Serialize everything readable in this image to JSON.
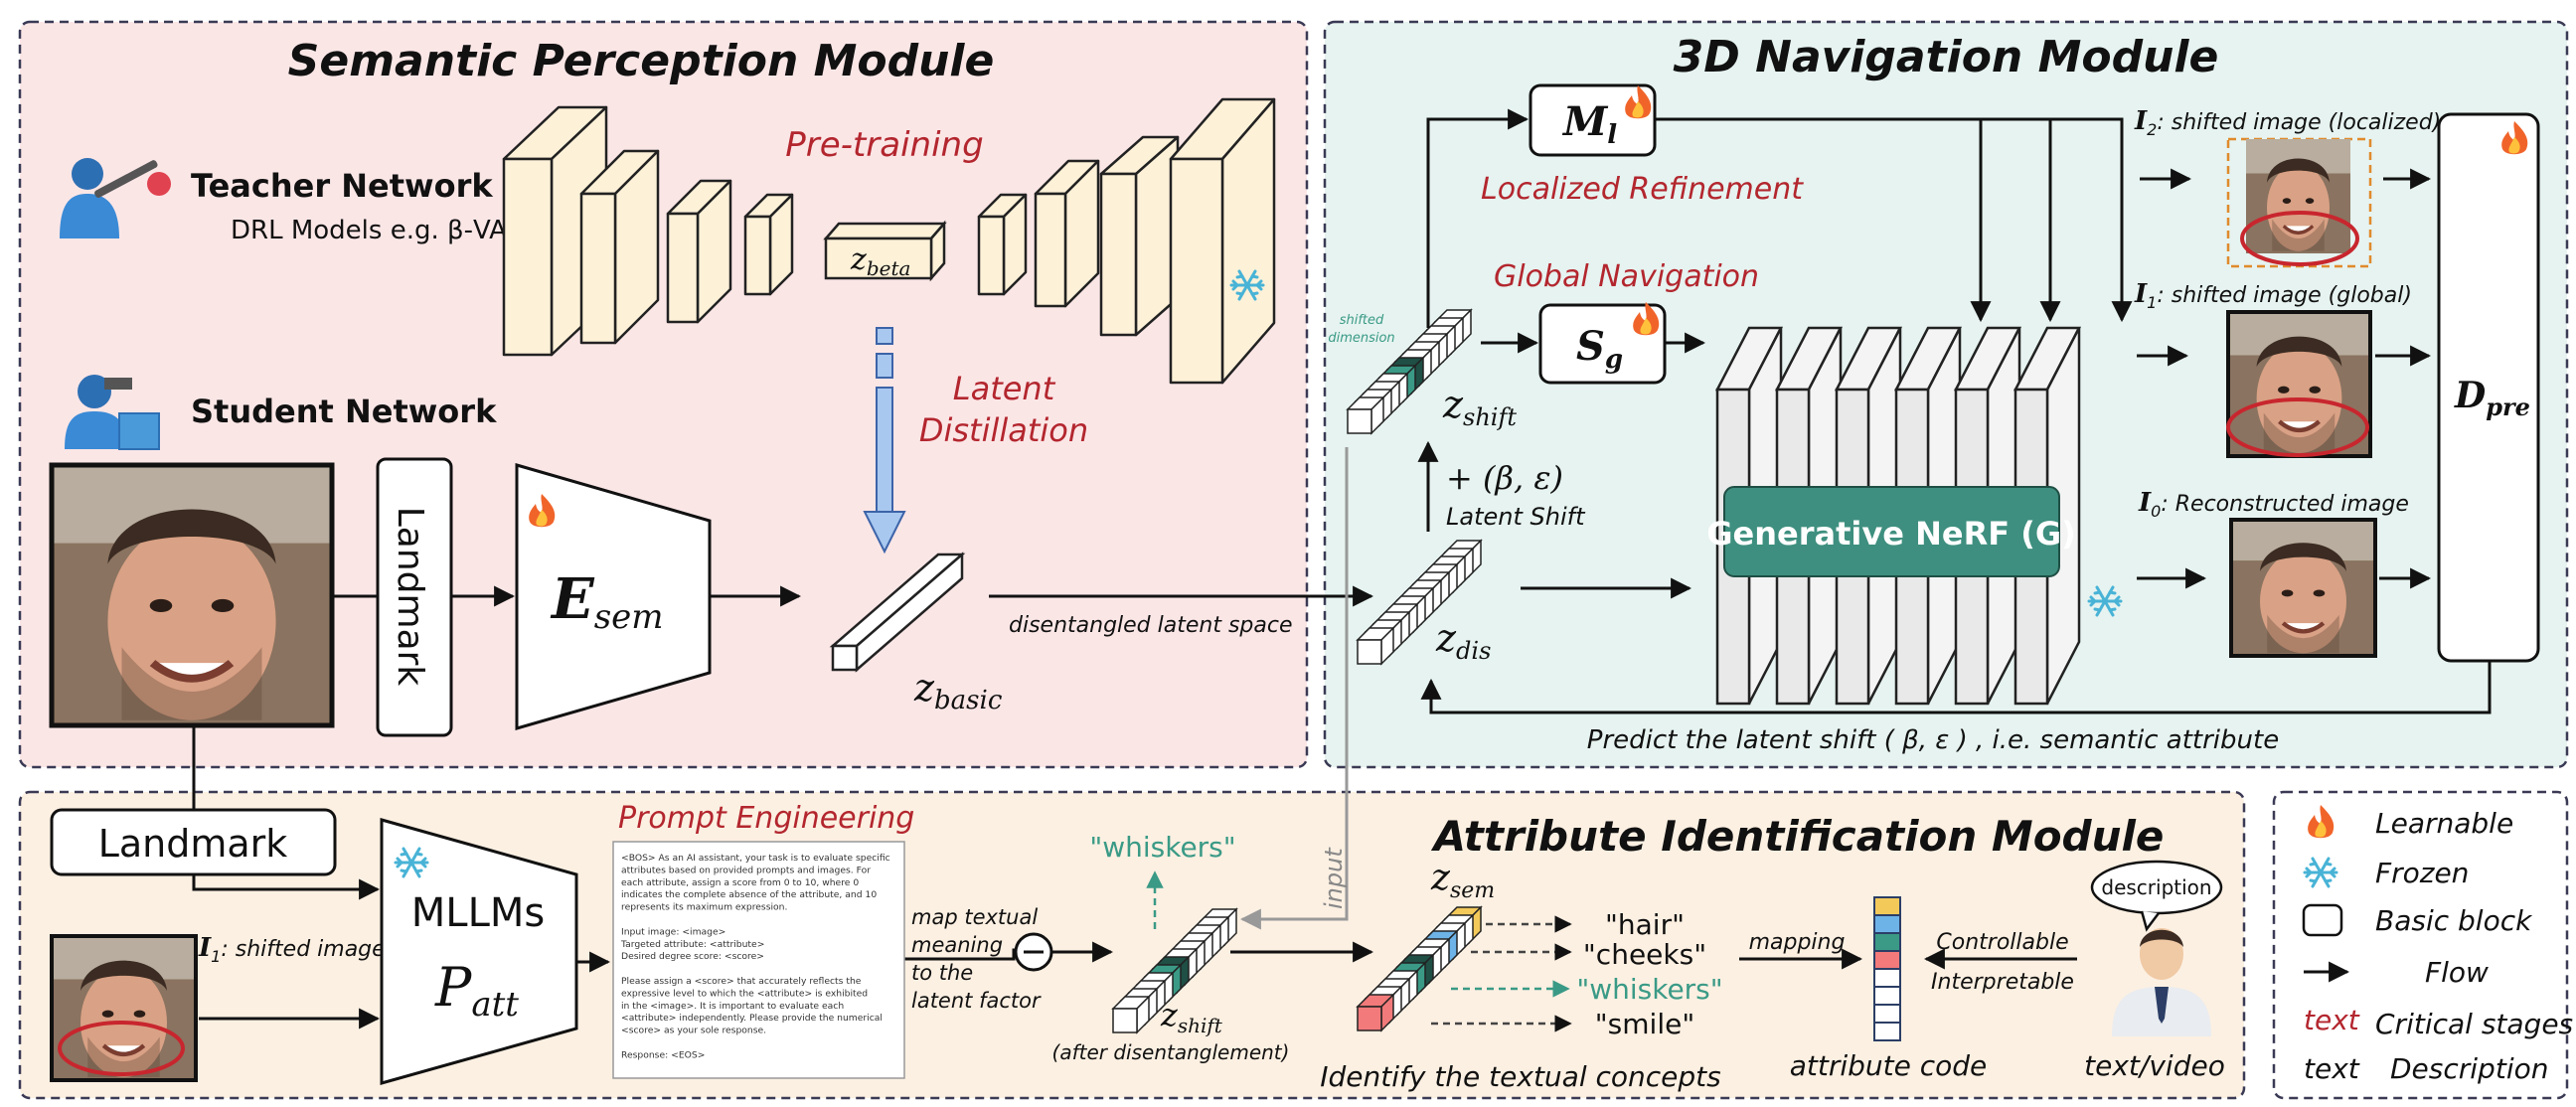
{
  "colors": {
    "semantic_bg": "#fbe6e6",
    "navigation_bg": "#e6f3f0",
    "attribute_bg": "#fcf0e2",
    "block_fill": "#fdf1d8",
    "nerf_fill": "#3e8f7f",
    "critical_red": "#b3262e",
    "teal": "#3a9a86",
    "arrow_blue": "#a9c8ef"
  },
  "semantic_module": {
    "title": "Semantic Perception Module",
    "teacher_label": "Teacher Network",
    "teacher_sub": "DRL Models  e.g. β-VAE",
    "pretraining_label": "Pre-training",
    "z_beta_label": "z",
    "z_beta_sub": "beta",
    "latent_distillation_line1": "Latent",
    "latent_distillation_line2": "Distillation",
    "student_label": "Student Network",
    "landmark_label": "Landmark",
    "encoder_label": "E",
    "encoder_sub": "sem",
    "z_basic_label": "z",
    "z_basic_sub": "basic",
    "disentangled_label": "disentangled latent space"
  },
  "navigation_module": {
    "title": "3D Navigation Module",
    "ml_label": "M",
    "ml_sub": "l",
    "localized_label": "Localized Refinement",
    "global_label": "Global Navigation",
    "sg_label": "S",
    "sg_sub": "g",
    "shifted_dimension_line1": "shifted",
    "shifted_dimension_line2": "dimension",
    "z_shift_label": "z",
    "z_shift_sub": "shift",
    "latent_shift_formula": "+ (β, ε)",
    "latent_shift_label": "Latent Shift",
    "z_dis_label": "z",
    "z_dis_sub": "dis",
    "nerf_label": "Generative NeRF (G)",
    "i2_bold": "I",
    "i2_sub": "2",
    "i2_text": ": shifted image (localized)",
    "i1_bold": "I",
    "i1_sub": "1",
    "i1_text": ": shifted image (global)",
    "i0_bold": "I",
    "i0_sub": "0",
    "i0_text": ": Reconstructed image",
    "dpre_label": "D",
    "dpre_sub": "pre",
    "predict_label": "Predict the latent shift ( β, ε ) , i.e. semantic attribute"
  },
  "attribute_module": {
    "title": "Attribute Identification Module",
    "landmark_label": "Landmark",
    "i1_label": "I",
    "i1_sub": "1",
    "i1_text": ": shifted image",
    "mllm_label": "MLLMs",
    "patt_label": "P",
    "patt_sub": "att",
    "prompt_engineering_label": "Prompt Engineering",
    "prompt_lines": [
      "<BOS> As an AI assistant, your task is to evaluate specific",
      "attributes based on provided prompts and images. For",
      "each attribute, assign a score from 0 to 10, where 0",
      "indicates the complete absence of the attribute, and 10",
      "represents its maximum expression.",
      "",
      "Input image: <image>",
      "Targeted attribute: <attribute>",
      "Desired degree score: <score>",
      "",
      "Please assign a <score> that accurately reflects the",
      "expressive level to which the <attribute> is exhibited",
      "in the <image>. It is important to evaluate each",
      "<attribute> independently. Please provide the numerical",
      "<score> as your sole response.",
      "",
      "Response: <EOS>"
    ],
    "map_textual": [
      "map textual",
      "meaning",
      "to the",
      "latent factor"
    ],
    "input_label": "input",
    "whiskers_top": "\"whiskers\"",
    "z_shift_label": "z",
    "z_shift_sub": "shift",
    "after_label": "(after disentanglement)",
    "z_sem_label": "z",
    "z_sem_sub": "sem",
    "concepts": [
      "\"hair\"",
      "\"cheeks\"",
      "\"whiskers\"",
      "\"smile\""
    ],
    "identify_label": "Identify the textual concepts",
    "mapping_label": "mapping",
    "attribute_code_label": "attribute code",
    "controllable_label": "Controllable",
    "interpretable_label": "Interpretable",
    "description_label": "description",
    "text_video_label": "text/video"
  },
  "legend": {
    "learnable": "Learnable",
    "frozen": "Frozen",
    "basic_block": "Basic block",
    "flow": "Flow",
    "critical_key": "text",
    "critical_value": "Critical stages",
    "description_key": "text",
    "description_value": "Description"
  },
  "icons": [
    "fire-icon",
    "snowflake-icon",
    "teacher-person-icon",
    "student-person-icon",
    "user-person-icon",
    "face-photo-icon"
  ]
}
